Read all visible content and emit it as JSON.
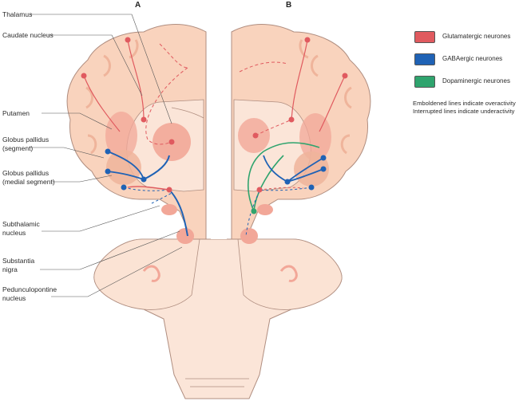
{
  "panels": {
    "left": "A",
    "right": "B"
  },
  "labels": {
    "thalamus": "Thalamus",
    "caudate": "Caudate nucleus",
    "putamen": "Putamen",
    "gp_segment_1": "Globus pallidus",
    "gp_segment_2": "(segment)",
    "gp_medial_1": "Globus pallidus",
    "gp_medial_2": "(medial  segment)",
    "subthalamic_1": "Subthalamic",
    "subthalamic_2": "nucleus",
    "substantia_1": "Substantia",
    "substantia_2": "nigra",
    "pedunculo_1": "Pedunculopontine",
    "pedunculo_2": "nucleus"
  },
  "legend": {
    "items": [
      {
        "label": "Glutamatergic neurones",
        "color": "#e05a5f"
      },
      {
        "label": "GABAergic neurones",
        "color": "#1f62b5"
      },
      {
        "label": "Dopaminergic neurones",
        "color": "#2fa46e"
      }
    ],
    "note_1": "Emboldened lines indicate overactivity",
    "note_2": "Interrupted lines indicate underactivity"
  },
  "colors": {
    "tissue": "#f9d3bd",
    "tissue_dark": "#efb49b",
    "nucleus": "#f2a798",
    "stem": "#fbe5d8",
    "outline": "#b08e80",
    "glutamatergic": "#e05a5f",
    "gabaergic": "#1f62b5",
    "dopaminergic": "#2fa46e"
  }
}
